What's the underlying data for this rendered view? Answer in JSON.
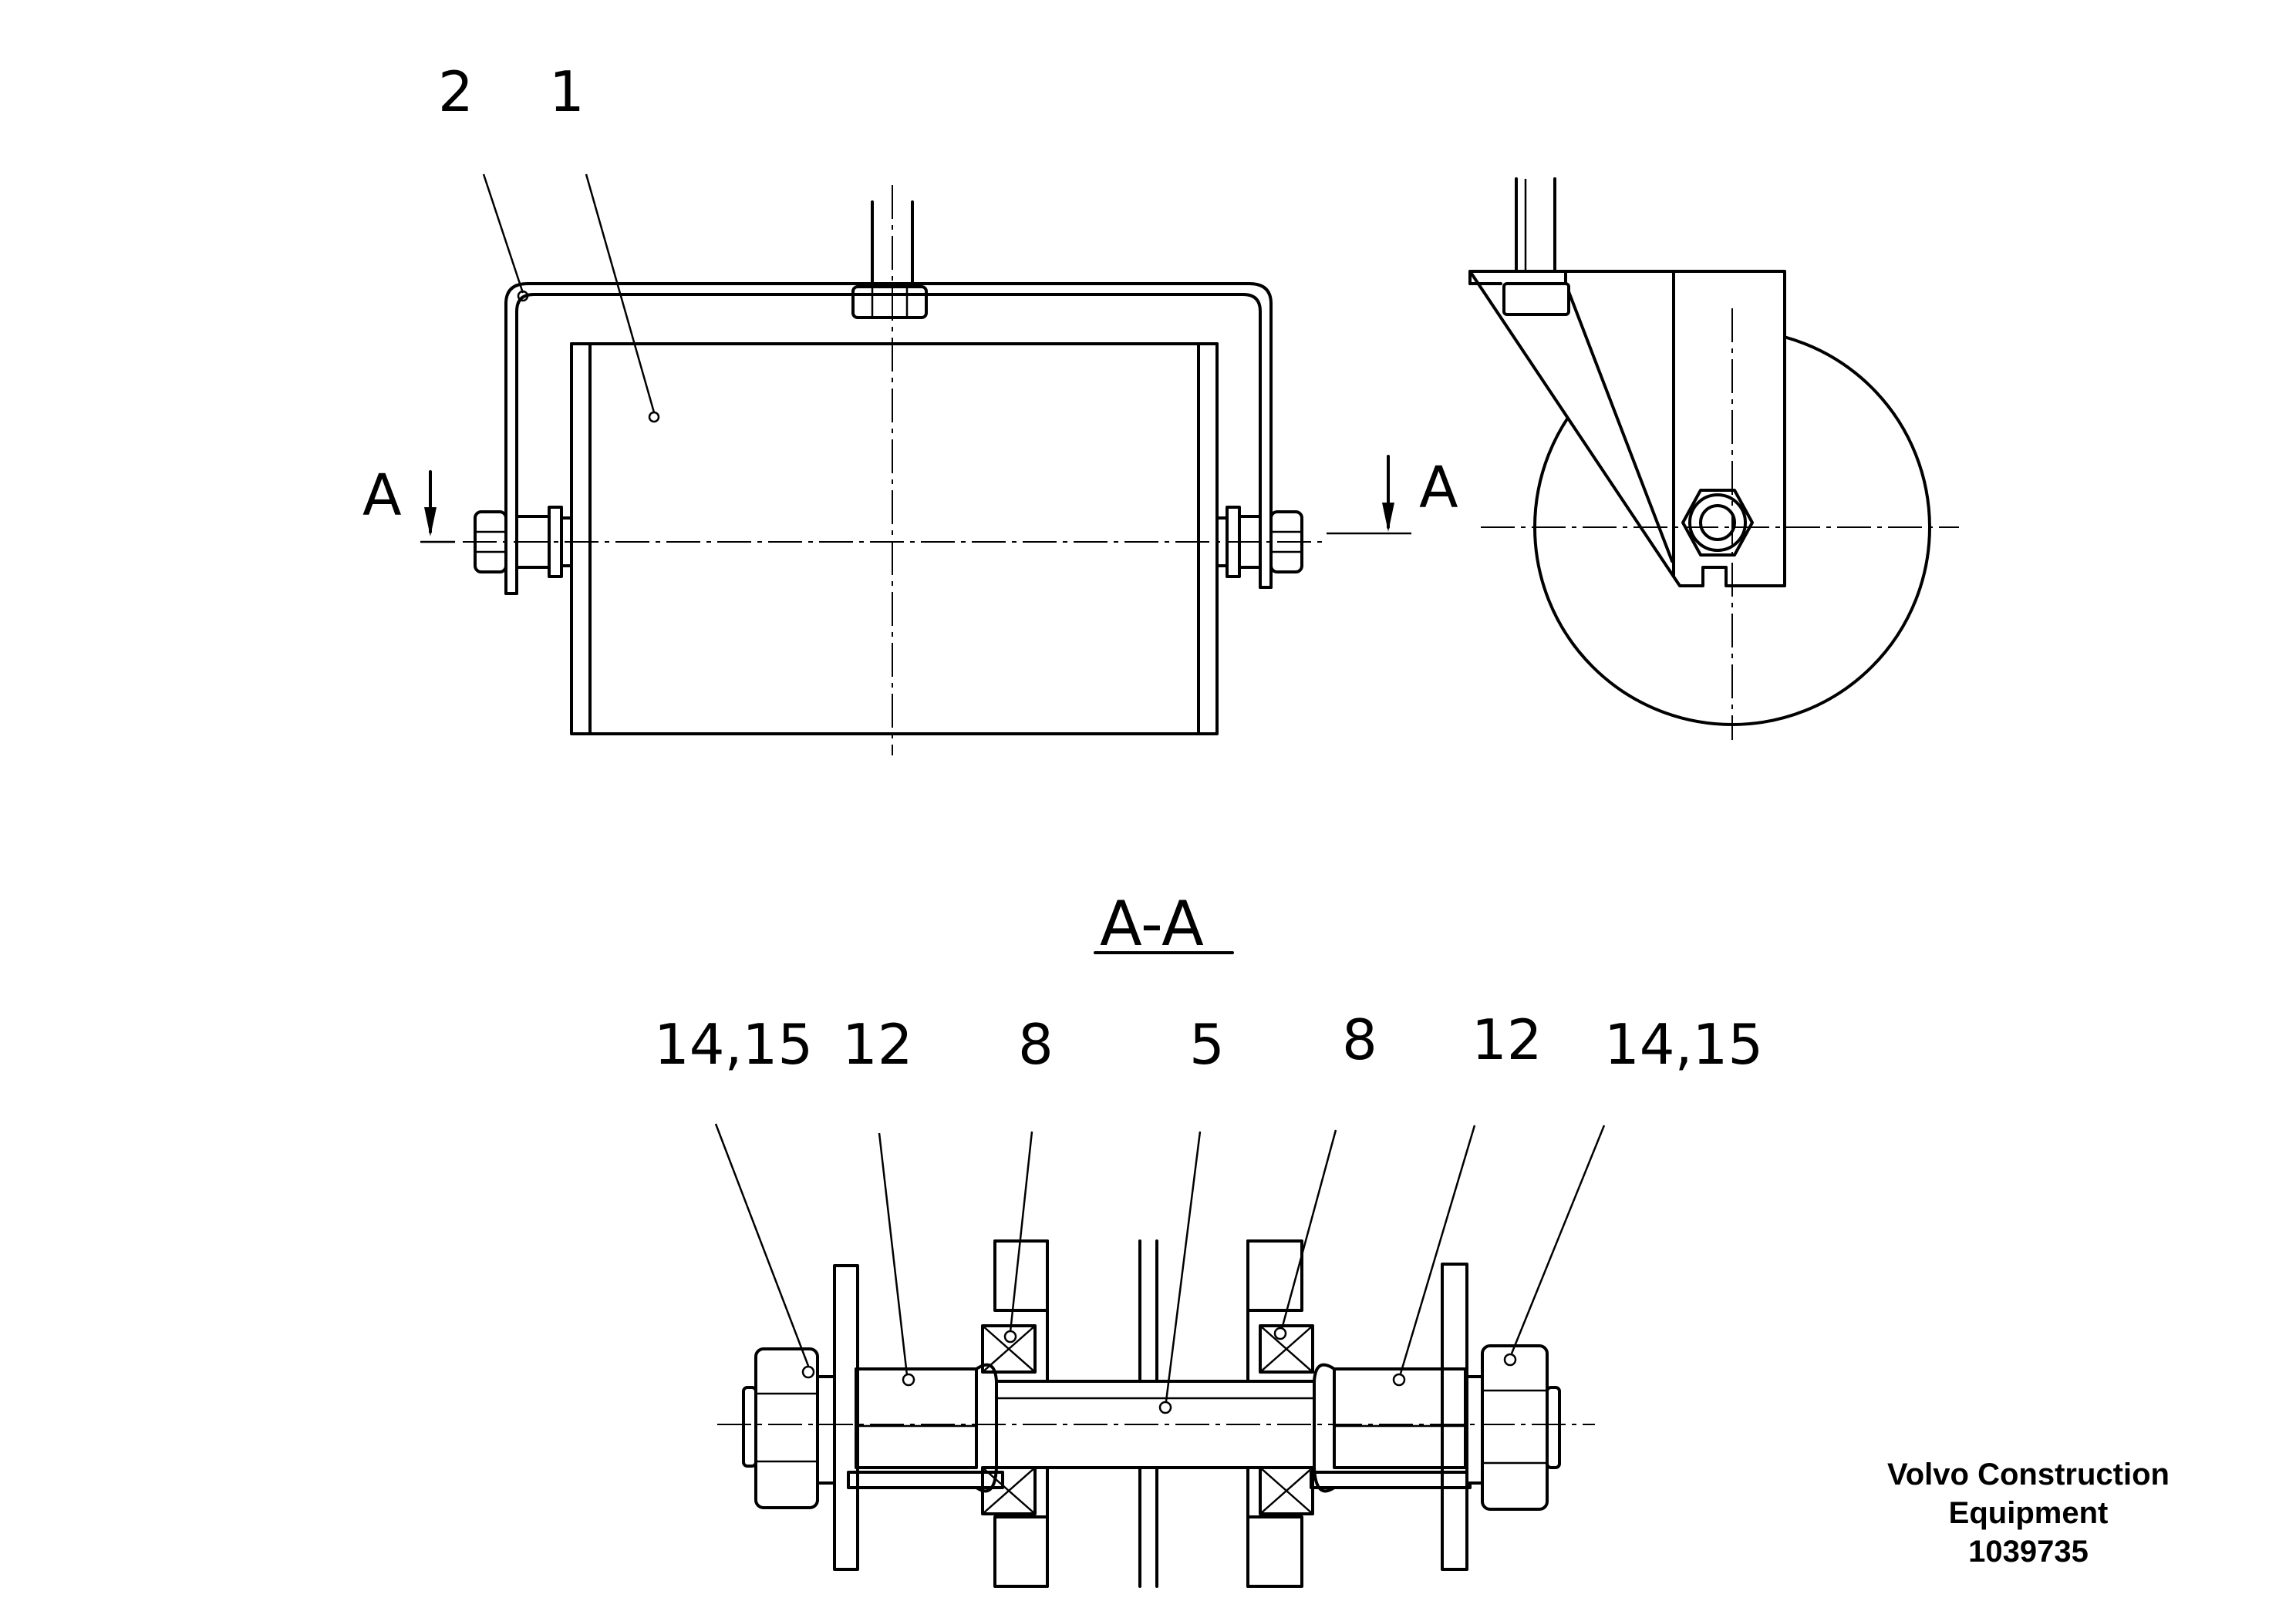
{
  "top_view": {
    "callouts": [
      "2",
      "1"
    ],
    "section_marker": {
      "left": "A",
      "right": "A"
    }
  },
  "section_view": {
    "title": "A-A",
    "callouts": [
      "14,15",
      "12",
      "8",
      "5",
      "8",
      "12",
      "14,15"
    ]
  },
  "title_block": {
    "company_line1": "Volvo Construction",
    "company_line2": "Equipment",
    "drawing_number": "1039735"
  }
}
